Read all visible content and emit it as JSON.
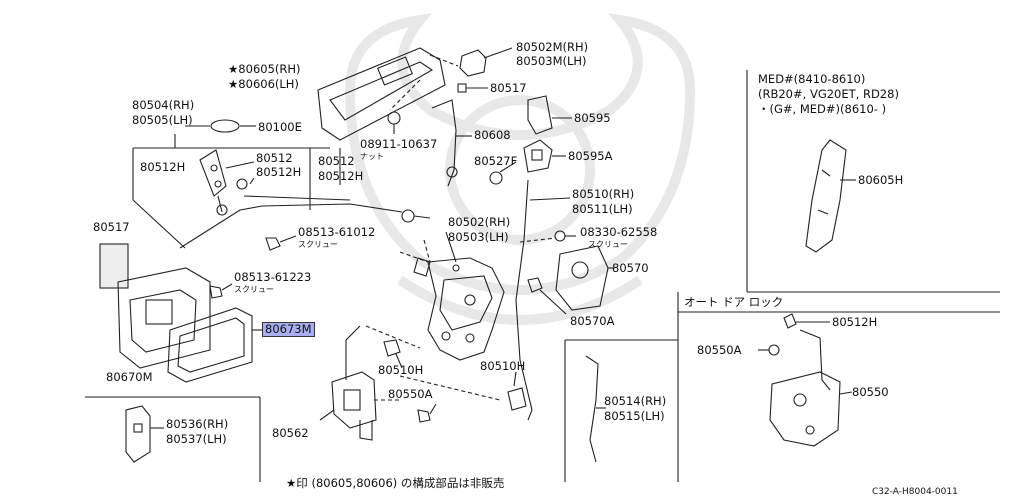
{
  "labels": {
    "p80502m": "80502M(RH)",
    "p80503m": "80503M(LH)",
    "p80605": "★80605(RH)",
    "p80606": "★80606(LH)",
    "p80517a": "80517",
    "p80595": "80595",
    "p80504": "80504(RH)",
    "p80505": "80505(LH)",
    "p80100e": "80100E",
    "p08911": "08911-10637",
    "p08911_note": "ナット",
    "p80608": "80608",
    "p80595a": "80595A",
    "p80512h_a": "80512H",
    "p80512_a": "80512",
    "p80512h_b": "80512H",
    "p80512_b": "80512",
    "p80512h_c": "80512H",
    "p80527f": "80527F",
    "p80510": "80510(RH)",
    "p80511": "80511(LH)",
    "p80517b": "80517",
    "p08513a": "08513-61012",
    "p08513a_note": "スクリュー",
    "p80502": "80502(RH)",
    "p80503": "80503(LH)",
    "p08330": "08330-62558",
    "p08330_note": "スクリュー",
    "p08513b": "08513-61223",
    "p08513b_note": "スクリュー",
    "p80570": "80570",
    "p80673m": "80673M",
    "p80570a": "80570A",
    "p80670m": "80670M",
    "p80510h_a": "80510H",
    "p80510h_b": "80510H",
    "p80550a_a": "80550A",
    "p80536": "80536(RH)",
    "p80537": "80537(LH)",
    "p80562": "80562",
    "p80514": "80514(RH)",
    "p80515": "80515(LH)",
    "p80605h": "80605H",
    "p80512h_d": "80512H",
    "p80550a_b": "80550A",
    "p80550": "80550"
  },
  "med_box": {
    "line1": "MED#(8410-8610)",
    "line2": "(RB20#, VG20ET, RD28)",
    "line3": "・(G#, MED#)(8610-         )"
  },
  "auto_lock_title": "オート ドア ロック",
  "footnote": "★印 (80605,80606) の構成部品は非販売",
  "drawing_code": "C32-A-H8004-0011",
  "colors": {
    "line": "#222222",
    "highlight": "#a9aef0",
    "watermark": "#e6e6e6"
  }
}
